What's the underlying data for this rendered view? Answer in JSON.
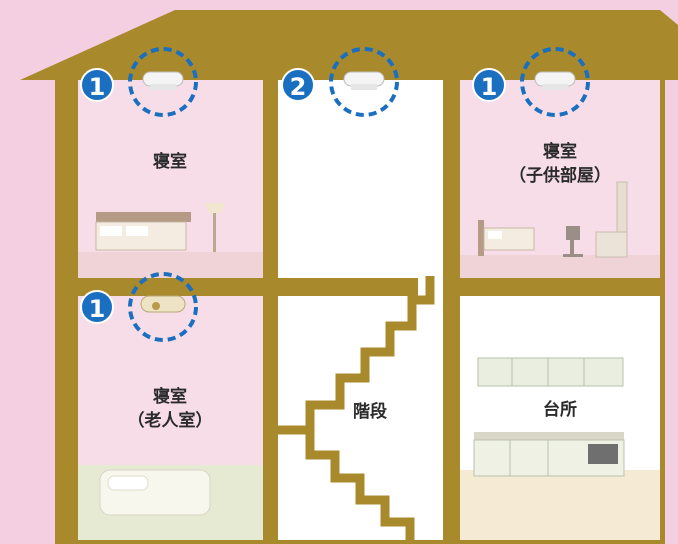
{
  "colors": {
    "background": "#f3cfe1",
    "wall": "#a8892c",
    "badge": "#1a6fc0",
    "dash_ring": "#1a6fc0"
  },
  "rooms": {
    "bedroom_upper_left": {
      "label": "寝室"
    },
    "upper_middle": {
      "label": ""
    },
    "bedroom_child": {
      "label": "寝室\n（子供部屋）"
    },
    "bedroom_elderly": {
      "label": "寝室\n（老人室）"
    },
    "stairs": {
      "label": "階段"
    },
    "kitchen": {
      "label": "台所"
    }
  },
  "detectors": [
    {
      "room": "bedroom_upper_left",
      "badge": "1",
      "icon": "smoke-detector-icon"
    },
    {
      "room": "upper_middle",
      "badge": "2",
      "icon": "smoke-detector-icon"
    },
    {
      "room": "bedroom_child",
      "badge": "1",
      "icon": "smoke-detector-icon"
    },
    {
      "room": "bedroom_elderly",
      "badge": "1",
      "icon": "heat-detector-icon"
    }
  ]
}
